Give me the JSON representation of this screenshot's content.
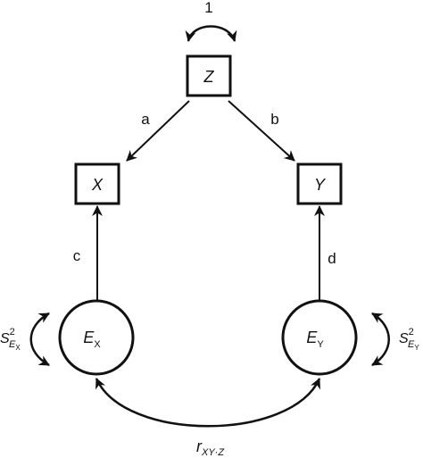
{
  "nodes": {
    "z": {
      "label": "Z"
    },
    "x": {
      "label": "X"
    },
    "y": {
      "label": "Y"
    },
    "ex": {
      "base": "E",
      "sub": "X"
    },
    "ey": {
      "base": "E",
      "sub": "Y"
    }
  },
  "paths": {
    "a": "a",
    "b": "b",
    "c": "c",
    "d": "d",
    "z_variance": "1"
  },
  "variances": {
    "ex": {
      "base": "S",
      "sup": "2",
      "sub_base": "E",
      "sub_sub": "X"
    },
    "ey": {
      "base": "S",
      "sup": "2",
      "sub_base": "E",
      "sub_sub": "Y"
    }
  },
  "correlation": {
    "base": "r",
    "sub": "XY·Z"
  },
  "colors": {
    "ink": "#111111",
    "background": "#ffffff"
  }
}
